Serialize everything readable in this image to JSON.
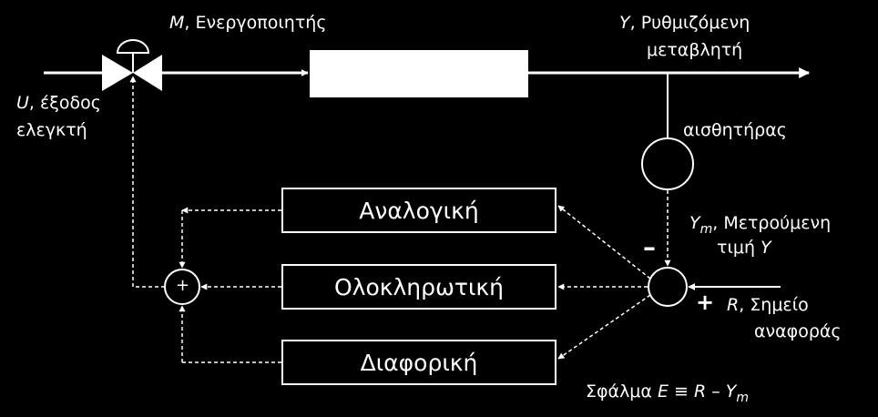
{
  "diagram": {
    "labels": {
      "actuator_var": "M",
      "actuator_text": ", Ενεργοποιητής",
      "output_var": "Y",
      "output_text_1": ",  Ρυθμιζόμενη",
      "output_text_2": "μεταβλητή",
      "controller_var": "U",
      "controller_text_1": ", έξοδος",
      "controller_text_2": "ελεγκτή",
      "sensor": "αισθητήρας",
      "measured_var": "Y",
      "measured_sub": "m",
      "measured_text_1": ",  Μετρούμενη",
      "measured_text_2": "τιμή ",
      "measured_text_var": "Y",
      "setpoint_var": "R",
      "setpoint_text_1": ",  Σημείο",
      "setpoint_text_2": "αναφοράς",
      "error_prefix": "Σφάλμα ",
      "error_var_e": "E",
      "error_equiv": " ≡ ",
      "error_var_r": "R",
      "error_minus": " – ",
      "error_var_y": "Y",
      "error_sub": "m"
    },
    "blocks": {
      "proportional": "Αναλογική",
      "integral": "Ολοκληρωτική",
      "derivative": "Διαφορική"
    },
    "signs": {
      "summer_plus": "+",
      "minus": "–",
      "plus": "+"
    }
  }
}
